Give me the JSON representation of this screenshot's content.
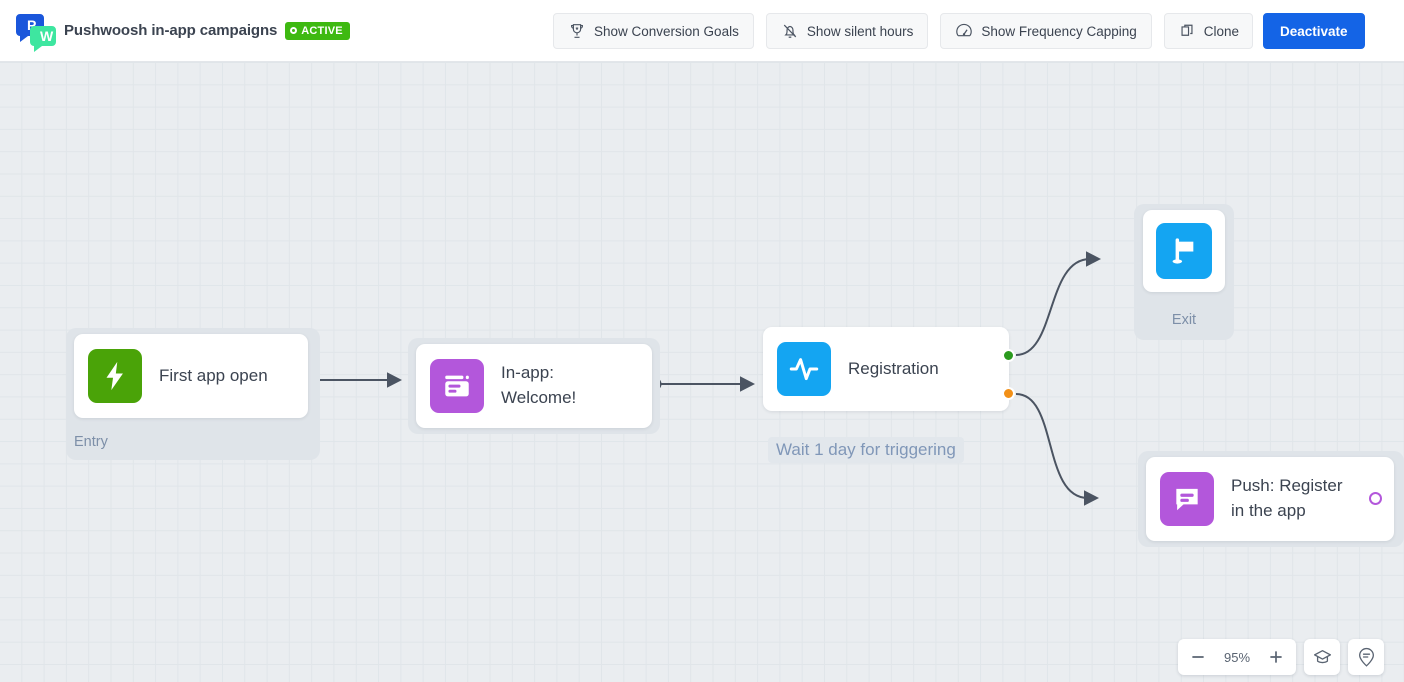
{
  "header": {
    "logo_icon": "pushwoosh-logo-icon",
    "title": "Pushwoosh in-app campaigns",
    "status": "ACTIVE",
    "status_color": "#3eb911",
    "toolbar": [
      {
        "label": "Show Conversion Goals",
        "icon": "trophy-icon"
      },
      {
        "label": "Show silent hours",
        "icon": "bell-off-icon"
      },
      {
        "label": "Show Frequency Capping",
        "icon": "gauge-icon"
      },
      {
        "label": "Clone",
        "icon": "copy-icon"
      }
    ],
    "primary_action": {
      "label": "Deactivate",
      "color": "#1464e6"
    }
  },
  "canvas": {
    "background": "#eaedf0",
    "grid_line_color": "#e0e5e9",
    "nodes": [
      {
        "id": "entry",
        "label": "First app open",
        "group_label": "Entry",
        "icon": "lightning-bolt-icon",
        "icon_color": "#4aa308"
      },
      {
        "id": "inapp",
        "label": "In-app:\nWelcome!",
        "icon": "in-app-message-icon",
        "icon_color": "#b357db"
      },
      {
        "id": "registration",
        "label": "Registration",
        "icon": "pulse-wave-icon",
        "icon_color": "#14a5f2",
        "wait_badge": "Wait 1 day for triggering",
        "ports": [
          {
            "name": "success-port",
            "color": "#2b9a1e"
          },
          {
            "name": "fallback-port",
            "color": "#f29017"
          }
        ]
      },
      {
        "id": "exit",
        "label": "Exit",
        "icon": "flag-icon",
        "icon_color": "#14a5f2"
      },
      {
        "id": "push",
        "label": "Push: Register\nin the app",
        "icon": "push-message-icon",
        "icon_color": "#b357db",
        "ports": [
          {
            "name": "push-output-port",
            "color": "#b357db"
          }
        ]
      }
    ],
    "edge_color": "#4b5462"
  },
  "zoom_controls": {
    "zoom_out_label": "−",
    "zoom_value": "95%",
    "zoom_in_label": "+",
    "tutorial_icon": "graduation-cap-icon",
    "help_icon": "help-pin-icon"
  }
}
